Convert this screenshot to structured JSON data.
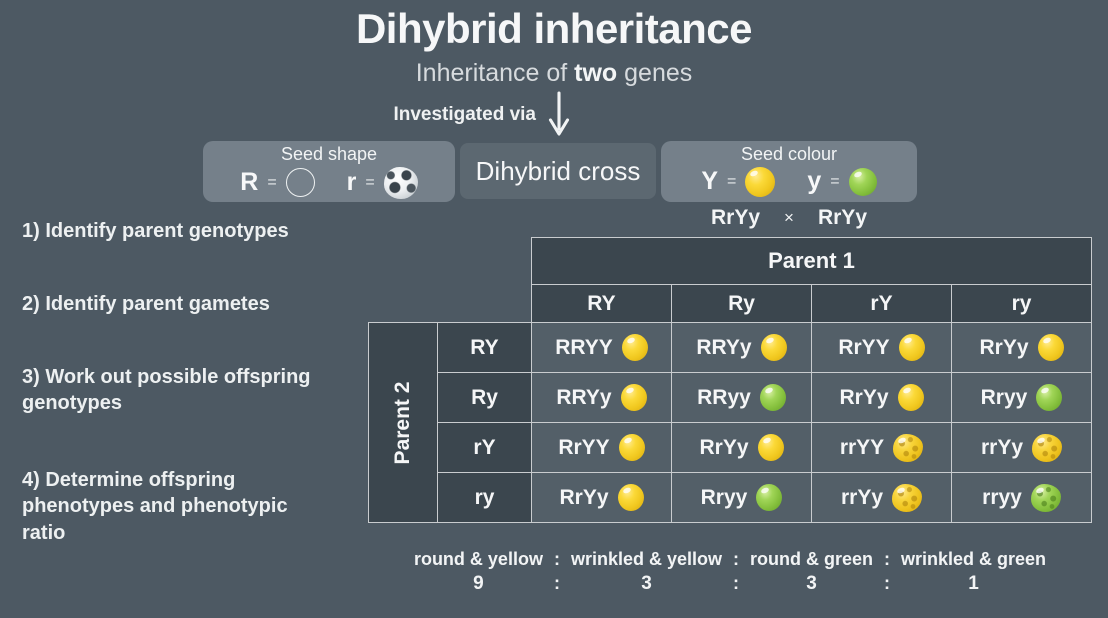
{
  "header": {
    "title": "Dihybrid inheritance",
    "subtitle": {
      "prefix": "Inheritance of ",
      "bold": "two",
      "suffix": " genes"
    },
    "investigated_via": "Investigated via"
  },
  "legend": {
    "seed_shape": {
      "title": "Seed shape",
      "dominant_allele": "R",
      "recessive_allele": "r",
      "equals": "=",
      "dominant_icon": "round-seed-outline-icon",
      "recessive_icon": "wrinkled-seed-icon"
    },
    "dihybrid_cross": {
      "label": "Dihybrid cross"
    },
    "seed_colour": {
      "title": "Seed colour",
      "dominant_allele": "Y",
      "recessive_allele": "y",
      "equals": "=",
      "dominant_icon": "yellow-seed-icon",
      "recessive_icon": "green-seed-icon"
    },
    "cross_statement": {
      "parent1": "RrYy",
      "operator": "×",
      "parent2": "RrYy"
    }
  },
  "steps": [
    {
      "text": "1) Identify parent genotypes"
    },
    {
      "text": "2) Identify parent gametes"
    },
    {
      "text": "3) Work out possible offspring genotypes"
    },
    {
      "text": "4) Determine offspring phenotypes and phenotypic ratio"
    }
  ],
  "punnett": {
    "parent1_label": "Parent 1",
    "parent2_label": "Parent 2",
    "parent1_gametes": [
      "RY",
      "Ry",
      "rY",
      "ry"
    ],
    "parent2_gametes": [
      "RY",
      "Ry",
      "rY",
      "ry"
    ],
    "cells": [
      [
        {
          "genotype": "RRYY",
          "phenotype": "round-yellow"
        },
        {
          "genotype": "RRYy",
          "phenotype": "round-yellow"
        },
        {
          "genotype": "RrYY",
          "phenotype": "round-yellow"
        },
        {
          "genotype": "RrYy",
          "phenotype": "round-yellow"
        }
      ],
      [
        {
          "genotype": "RRYy",
          "phenotype": "round-yellow"
        },
        {
          "genotype": "RRyy",
          "phenotype": "round-green"
        },
        {
          "genotype": "RrYy",
          "phenotype": "round-yellow"
        },
        {
          "genotype": "Rryy",
          "phenotype": "round-green"
        }
      ],
      [
        {
          "genotype": "RrYY",
          "phenotype": "round-yellow"
        },
        {
          "genotype": "RrYy",
          "phenotype": "round-yellow"
        },
        {
          "genotype": "rrYY",
          "phenotype": "wrinkled-yellow"
        },
        {
          "genotype": "rrYy",
          "phenotype": "wrinkled-yellow"
        }
      ],
      [
        {
          "genotype": "RrYy",
          "phenotype": "round-yellow"
        },
        {
          "genotype": "Rryy",
          "phenotype": "round-green"
        },
        {
          "genotype": "rrYy",
          "phenotype": "wrinkled-yellow"
        },
        {
          "genotype": "rryy",
          "phenotype": "wrinkled-green"
        }
      ]
    ]
  },
  "ratio": {
    "phenotypes": [
      "round & yellow",
      "wrinkled & yellow",
      "round & green",
      "wrinkled & green"
    ],
    "separator": ":",
    "values": [
      "9",
      "3",
      "3",
      "1"
    ]
  },
  "colors": {
    "background": "#4d5963",
    "header_cell": "#3b464e",
    "data_cell": "#535f68",
    "legend_box": "#75808a",
    "cross_box": "#5c6871",
    "table_border": "#c9cccf",
    "text": "#f4f5f6",
    "seed_yellow": "#f0c71e",
    "seed_green": "#84bf3c"
  }
}
